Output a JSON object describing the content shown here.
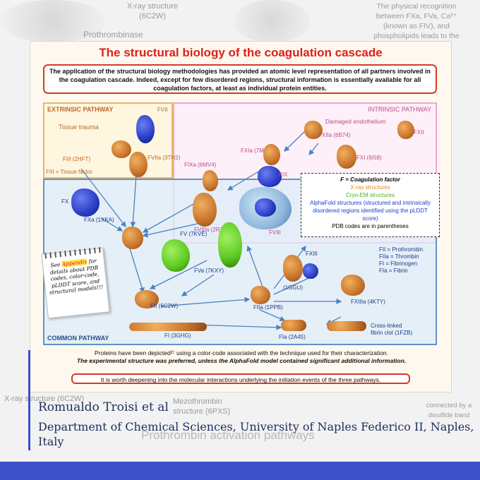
{
  "background": {
    "top_left_label": "X-ray structure\n(6C2W)",
    "prothrombinase": "Prothrombinase",
    "top_right_text": "The physical recognition\nbetween FXa, FVa, Ca²⁺\n(known as FIV), and\nphospholipids leads to the",
    "bottom_left_text": "X-ray structure (6C2W)",
    "bottom_mid_text": "Mezothrombin\nstructure (6PXS)",
    "bottom_title": "Prothrombin activation pathways",
    "bottom_right_text": "connected by a\ndisulfide band"
  },
  "poster": {
    "title": "The structural biology of the coagulation cascade",
    "intro": "The application of the structural biology methodologies has provided an atomic level representation of all partners involved in the coagulation cascade. Indeed, except for few disordered regions, structural information is essentially available for all coagulation factors, at least as individual protein entities.",
    "extrinsic_label": "EXTRINSIC PATHWAY",
    "intrinsic_label": "INTRINSIC PATHWAY",
    "common_label": "COMMON PATHWAY",
    "labels": {
      "fvii": "FVII",
      "tissue_trauma": "Tissue trauma",
      "fiii": "FIII (2HFT)",
      "fviia": "FVIIa (3TH2)",
      "fiii_def": "FIII = Tissue factor",
      "damaged": "Damaged endothelium",
      "fxii": "FXII",
      "fxiia": "FXIIa (6B74)",
      "fxi": "FXI (6I58)",
      "fxia": "FXIa (7MBO)",
      "fixa": "FIXa (6MV4)",
      "fix": "FIX",
      "fviiia": "FVIIIa (2R7E)",
      "fviii": "FVIII",
      "fx": "FX",
      "fxa": "FXa (1XKA)",
      "fv": "FV (7KVE)",
      "fva": "FVa (7KXY)",
      "fxiii": "FXIII",
      "iggu": "(1GGU)",
      "fii": "FII (6C2W)",
      "fiia": "FIIa (1PPB)",
      "fxiiia": "FXIIIa (4KTY)",
      "fi": "FI (3GHG)",
      "fia": "FIa (2A45)",
      "clot": "Cross-linked\nfibrin clot (1FZB)"
    },
    "defs": [
      "FII = Prothrombin",
      "FIIa = Thrombin",
      "FI = Fibrinogen",
      "FIa = Fibrin"
    ],
    "legend": {
      "line1": "F = Coagulation factor",
      "line2": "X-ray structures",
      "line3": "Cryo-EM structures",
      "line4": "AlphaFold structures (structured and intrinsically disordered regions identified using the pLDDT score)",
      "line5": "PDB codes are in parentheses"
    },
    "note": {
      "pre": "See ",
      "highlight": "Appendix",
      "post": " for details about PDB codes, color-code, pLDDT score, and structural models!!!"
    },
    "bottom_note_1": "Proteins have been depicted²⁷ using a color-code associated with the technique used for their characterization.",
    "bottom_note_2": "The experimental structure was preferred, unless the AlphaFold model contained significant additional information.",
    "final_note": "It is worth deepening into the molecular interactions underlying the initiation events of the three pathways."
  },
  "author": "Romualdo Troisi et al",
  "affiliation": "Department of Chemical Sciences, University of Naples Federico II, Naples, Italy",
  "colors": {
    "title_red": "#d9221c",
    "extrinsic": "#e8b66a",
    "intrinsic": "#f3a6cf",
    "common": "#5e93c8",
    "footer": "#3d52c9",
    "author_text": "#1f2c5c"
  }
}
